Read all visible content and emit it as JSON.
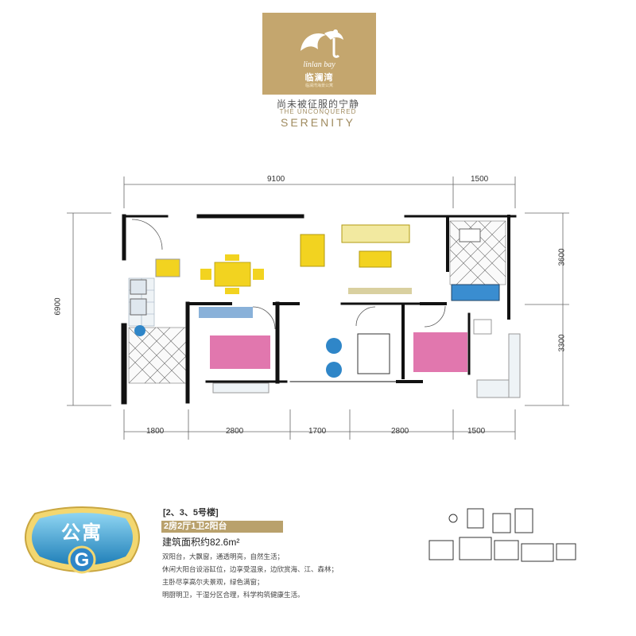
{
  "logo": {
    "script_text": "linlan bay",
    "chinese_name": "临澜湾",
    "small_text": "临澜湾海景公寓"
  },
  "slogan": {
    "chinese": "尚未被征服的宁静",
    "english_line1": "THE UNCONQUERED",
    "english_line2": "SERENITY"
  },
  "plan_dimensions": {
    "top": [
      "9100",
      "1500"
    ],
    "bottom": [
      "1800",
      "2800",
      "1700",
      "2800",
      "1500"
    ],
    "left": [
      "6900"
    ],
    "right": [
      "3600",
      "3300"
    ]
  },
  "badge": {
    "title": "公寓",
    "letter": "G"
  },
  "info": {
    "buildings": "[2、3、5号楼]",
    "layout": "2房2厅1卫2阳台",
    "area": "建筑面积约82.6m²",
    "description": [
      "双阳台，大飘窗，通透明亮，自然生活；",
      "休闲大阳台设浴缸位，边享受温泉，边欣赏海、江、森林；",
      "主卧尽享高尔夫景观，绿色满窗；",
      "明厨明卫，干湿分区合理，科学构筑健康生活。"
    ]
  },
  "colors": {
    "gold": "#c4a66e",
    "wall": "#111111",
    "bed_pink": "#d9559a",
    "sofa_yellow": "#f2d320",
    "bath_blue": "#2f86c8",
    "badge_blue": "#3aa7d8"
  }
}
